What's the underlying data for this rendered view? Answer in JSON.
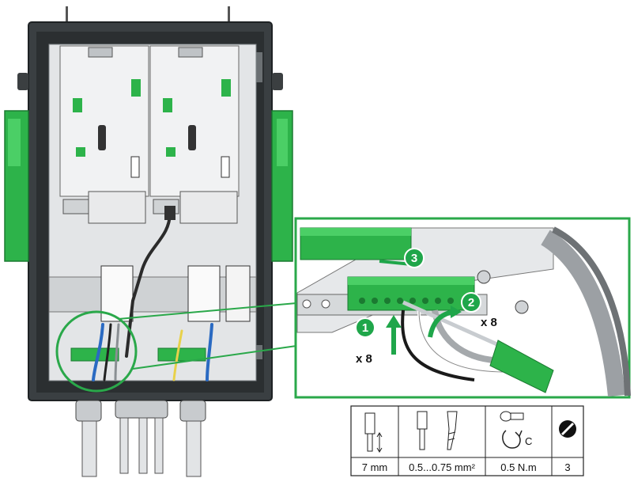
{
  "steps": [
    {
      "number": "1",
      "color": "#1fa64a"
    },
    {
      "number": "2",
      "color": "#1fa64a"
    },
    {
      "number": "3",
      "color": "#1fa64a"
    }
  ],
  "multipliers": {
    "insert_wires": "x 8",
    "tighten_screws": "x 8"
  },
  "spec_table": {
    "columns": [
      {
        "icon": "stripped-wire-length-icon",
        "value": "7 mm"
      },
      {
        "icon": "wire-cross-section-icon",
        "value": "0.5...0.75 mm²"
      },
      {
        "icon": "screw-torque-icon",
        "icon_letter": "C",
        "value": "0.5 N.m"
      },
      {
        "icon": "flat-screwdriver-icon",
        "value": "3"
      }
    ]
  },
  "colors": {
    "enclosure": "#2f3336",
    "green_part": "#2db34a",
    "callout_frame": "#2aa84a",
    "metal": "#d9dcdf"
  }
}
